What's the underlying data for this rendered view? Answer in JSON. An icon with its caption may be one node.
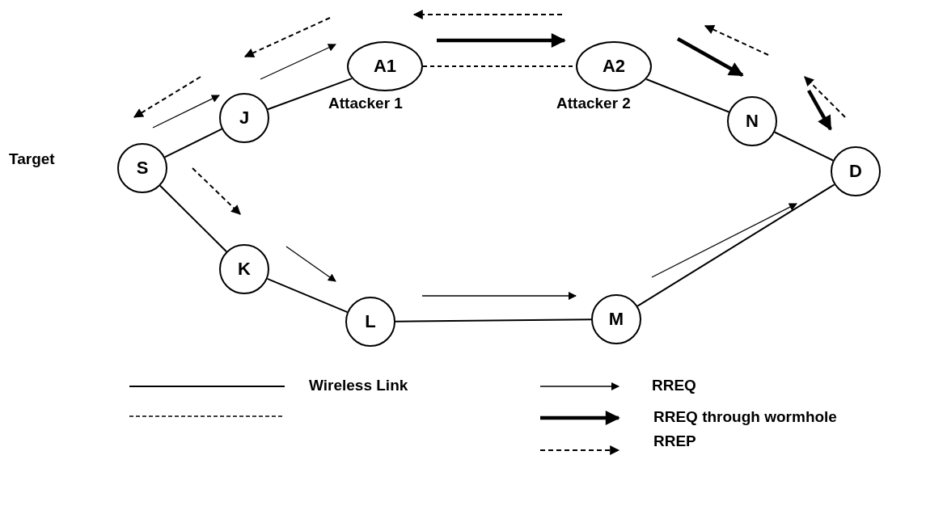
{
  "diagram": {
    "nodes": [
      {
        "text": [
          "S"
        ]
      },
      {
        "text": [
          "J"
        ]
      },
      {
        "text": [
          "A1"
        ],
        "beside": [
          "Attacker 1"
        ]
      },
      {
        "text": [
          "A2"
        ],
        "beside": [
          "Attacker 2"
        ]
      },
      {
        "text": [
          "N"
        ]
      },
      {
        "text": [
          "D"
        ]
      },
      {
        "text": [
          "K"
        ]
      },
      {
        "text": [
          "L"
        ]
      },
      {
        "text": [
          "M"
        ]
      }
    ],
    "edges": [
      {
        "from": 0,
        "to": 1,
        "arrow": "none"
      },
      {
        "from": 1,
        "to": 2,
        "arrow": "none"
      },
      {
        "from": 2,
        "to": 3,
        "arrow": "none",
        "style": "dashed"
      },
      {
        "from": 3,
        "to": 4,
        "arrow": "none"
      },
      {
        "from": 4,
        "to": 5,
        "arrow": "none"
      },
      {
        "from": 0,
        "to": 6,
        "arrow": "none"
      },
      {
        "from": 6,
        "to": 7,
        "arrow": "none"
      },
      {
        "from": 7,
        "to": 8,
        "arrow": "none"
      },
      {
        "from": 8,
        "to": 5,
        "arrow": "none"
      }
    ],
    "labels": [
      "Target"
    ],
    "legend": [
      {
        "text": "Wireless Link"
      },
      {
        "text": "RREQ"
      },
      {
        "text": "RREQ through wormhole"
      },
      {
        "text": "RREP"
      }
    ]
  }
}
